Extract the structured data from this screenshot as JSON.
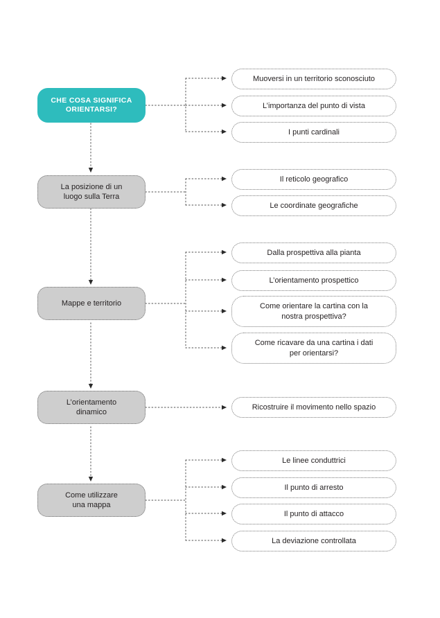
{
  "diagram": {
    "title": "CHE COSA SIGNIFICA ORIENTARSI?",
    "type": "hierarchical-flow-map",
    "language": "it",
    "colors": {
      "root_fill": "#2ebcbd",
      "root_text": "#ffffff",
      "stage_fill": "#cecece",
      "leaf_fill": "#ffffff",
      "text": "#231f20",
      "connector": "#6f6f6f",
      "background": "#ffffff"
    },
    "root": {
      "label": "CHE COSA SIGNIFICA\nORIENTARSI?",
      "children": [
        {
          "label": "Muoversi in un territorio sconosciuto"
        },
        {
          "label": "L’importanza del punto di vista"
        },
        {
          "label": "I punti cardinali"
        }
      ]
    },
    "stages": [
      {
        "label": "La posizione di un\nluogo sulla Terra",
        "children": [
          {
            "label": "Il reticolo geografico"
          },
          {
            "label": "Le coordinate geografiche"
          }
        ]
      },
      {
        "label": "Mappe e territorio",
        "children": [
          {
            "label": "Dalla prospettiva alla pianta"
          },
          {
            "label": "L’orientamento prospettico"
          },
          {
            "label": "Come orientare la cartina con la\nnostra prospettiva?"
          },
          {
            "label": "Come ricavare da una cartina i dati\nper orientarsi?"
          }
        ]
      },
      {
        "label": "L’orientamento\ndinamico",
        "children": [
          {
            "label": "Ricostruire il movimento nello spazio"
          }
        ]
      },
      {
        "label": "Come utilizzare\nuna mappa",
        "children": [
          {
            "label": "Le linee conduttrici"
          },
          {
            "label": "Il punto di arresto"
          },
          {
            "label": "Il punto di attacco"
          },
          {
            "label": "La deviazione controllata"
          }
        ]
      }
    ]
  }
}
